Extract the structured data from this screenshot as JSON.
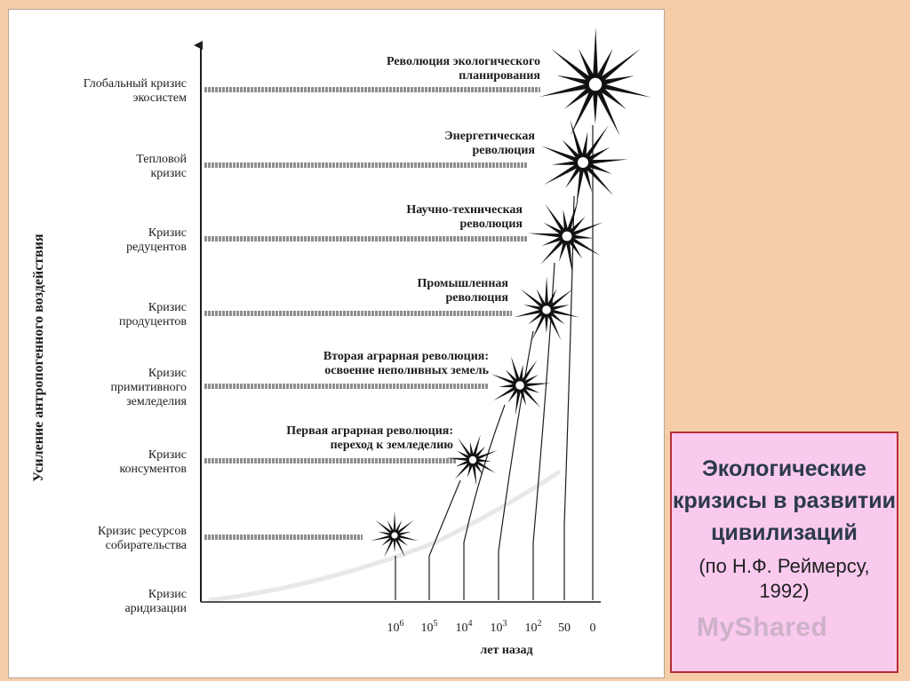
{
  "diagram": {
    "y_axis_label": "Усиление антропогенного воздействия",
    "x_axis_label": "лет назад",
    "x_ticks": [
      {
        "base": "10",
        "exp": "6"
      },
      {
        "base": "10",
        "exp": "5"
      },
      {
        "base": "10",
        "exp": "4"
      },
      {
        "base": "10",
        "exp": "3"
      },
      {
        "base": "10",
        "exp": "2"
      },
      {
        "base": "50",
        "exp": ""
      },
      {
        "base": "0",
        "exp": ""
      }
    ],
    "crises": [
      {
        "lines": [
          "Глобальный кризис",
          "экосистем"
        ]
      },
      {
        "lines": [
          "Тепловой",
          "кризис"
        ]
      },
      {
        "lines": [
          "Кризис",
          "редуцентов"
        ]
      },
      {
        "lines": [
          "Кризис",
          "продуцентов"
        ]
      },
      {
        "lines": [
          "Кризис",
          "примитивного",
          "земледелия"
        ]
      },
      {
        "lines": [
          "Кризис",
          "консументов"
        ]
      },
      {
        "lines": [
          "Кризис ресурсов",
          "собирательства"
        ]
      },
      {
        "lines": [
          "Кризис",
          "аридизации"
        ]
      }
    ],
    "revolutions": [
      {
        "lines": [
          "Революция экологического",
          "планирования"
        ]
      },
      {
        "lines": [
          "Энергетическая",
          "революция"
        ]
      },
      {
        "lines": [
          "Научно-техническая",
          "революция"
        ]
      },
      {
        "lines": [
          "Промышленная",
          "революция"
        ]
      },
      {
        "lines": [
          "Вторая аграрная революция:",
          "освоение неполивных земель"
        ]
      },
      {
        "lines": [
          "Первая аграрная революция:",
          "переход к земледелию"
        ]
      }
    ]
  },
  "title_box": {
    "title": "Экологические кризисы в развитии цивилизаций",
    "subtitle": "(по Н.Ф. Реймерсу, 1992)"
  },
  "watermark": "MyShared",
  "colors": {
    "background": "#f5cda8",
    "title_box_fill": "#f9c9ee",
    "title_box_border": "#b52d3a",
    "ink": "#1d1d1d"
  }
}
